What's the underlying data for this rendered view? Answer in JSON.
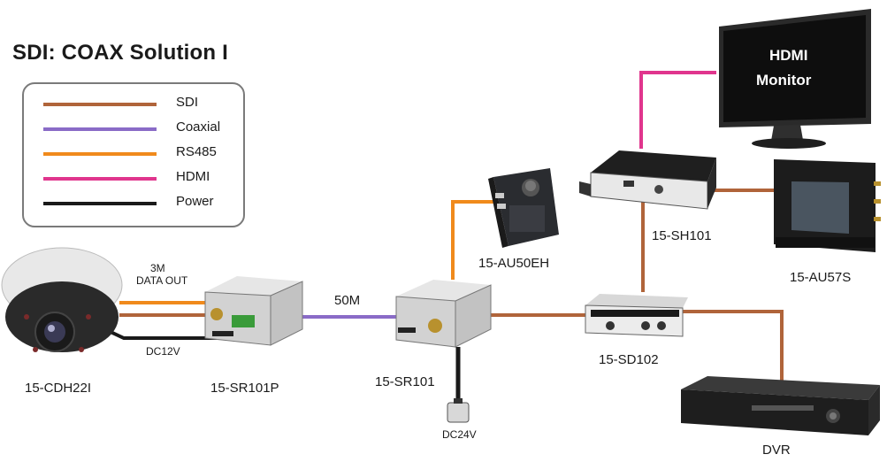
{
  "title": "SDI: COAX Solution I",
  "legend": [
    {
      "label": "SDI",
      "color": "#b0643a"
    },
    {
      "label": "Coaxial",
      "color": "#8a6bc7"
    },
    {
      "label": "RS485",
      "color": "#f08a1c"
    },
    {
      "label": "HDMI",
      "color": "#e0358d"
    },
    {
      "label": "Power",
      "color": "#1a1a1a"
    }
  ],
  "devices": {
    "camera": "15-CDH22I",
    "sr101p": "15-SR101P",
    "sr101": "15-SR101",
    "au50eh": "15-AU50EH",
    "sh101": "15-SH101",
    "au57s": "15-AU57S",
    "sd102": "15-SD102",
    "dvr": "DVR"
  },
  "monitor": {
    "line1": "HDMI",
    "line2": "Monitor"
  },
  "annotations": {
    "data_out_1": "3M",
    "data_out_2": "DATA OUT",
    "dc12v": "DC12V",
    "distance": "50M",
    "dc24v": "DC24V"
  }
}
